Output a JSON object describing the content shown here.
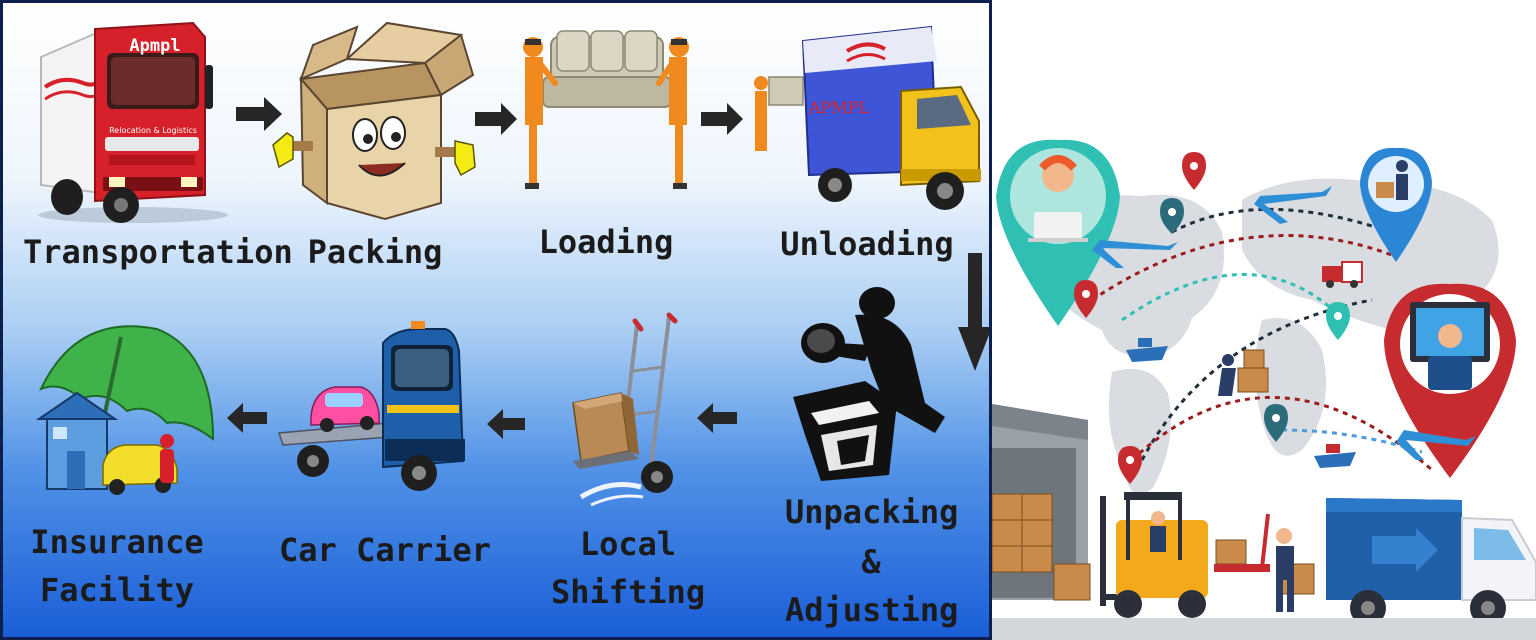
{
  "process": {
    "steps": [
      {
        "id": "transportation",
        "label": "Transportation"
      },
      {
        "id": "packing",
        "label": "Packing"
      },
      {
        "id": "loading",
        "label": "Loading"
      },
      {
        "id": "unloading",
        "label": "Unloading"
      },
      {
        "id": "unpacking",
        "label_lines": [
          "Unpacking",
          "&",
          "Adjusting"
        ]
      },
      {
        "id": "local-shifting",
        "label_lines": [
          "Local",
          "Shifting"
        ]
      },
      {
        "id": "car-carrier",
        "label": "Car Carrier"
      },
      {
        "id": "insurance",
        "label_lines": [
          "Insurance",
          "Facility"
        ]
      }
    ],
    "truck_brand": "Apmpl",
    "truck_tagline": "Relocation & Logistics",
    "unloading_truck_brand": "APMPL"
  },
  "colors": {
    "truck_red": "#d6202a",
    "truck_yellow": "#f2c21b",
    "truck_blue": "#3d55d6",
    "box_tan": "#e2c79a",
    "figure_orange": "#f08a1e",
    "arrow_dark": "#262626",
    "pin_teal": "#2fbfb3",
    "pin_red": "#c62b2f",
    "pin_blue": "#2b86d6",
    "map_gray": "#d9dde2"
  },
  "icons": {
    "transportation": "red-truck-icon",
    "packing": "cartoon-box-icon",
    "loading": "couch-carriers-icon",
    "unloading": "yellow-truck-icon",
    "unpacking": "person-unpacking-icon",
    "local_shifting": "hand-trolley-icon",
    "car_carrier": "tow-truck-icon",
    "insurance": "umbrella-house-icon"
  }
}
